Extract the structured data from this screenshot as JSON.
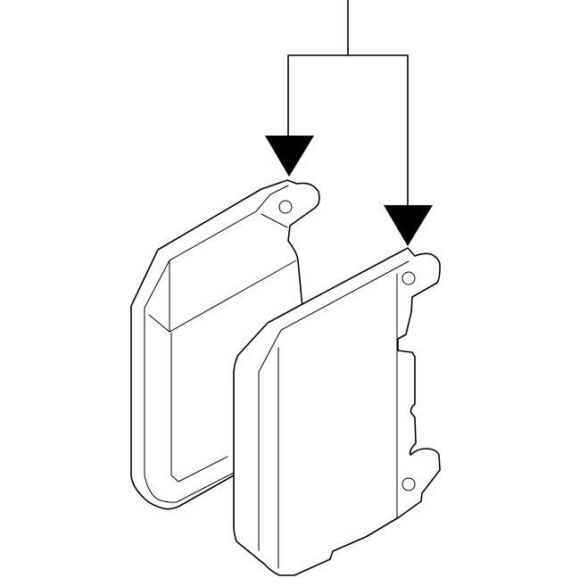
{
  "diagram": {
    "subject": "brake-pad-set",
    "parts": [
      "back-pad",
      "front-pad"
    ],
    "callout_arrows": 2,
    "colors": {
      "line": "#000000",
      "background": "#ffffff"
    }
  }
}
